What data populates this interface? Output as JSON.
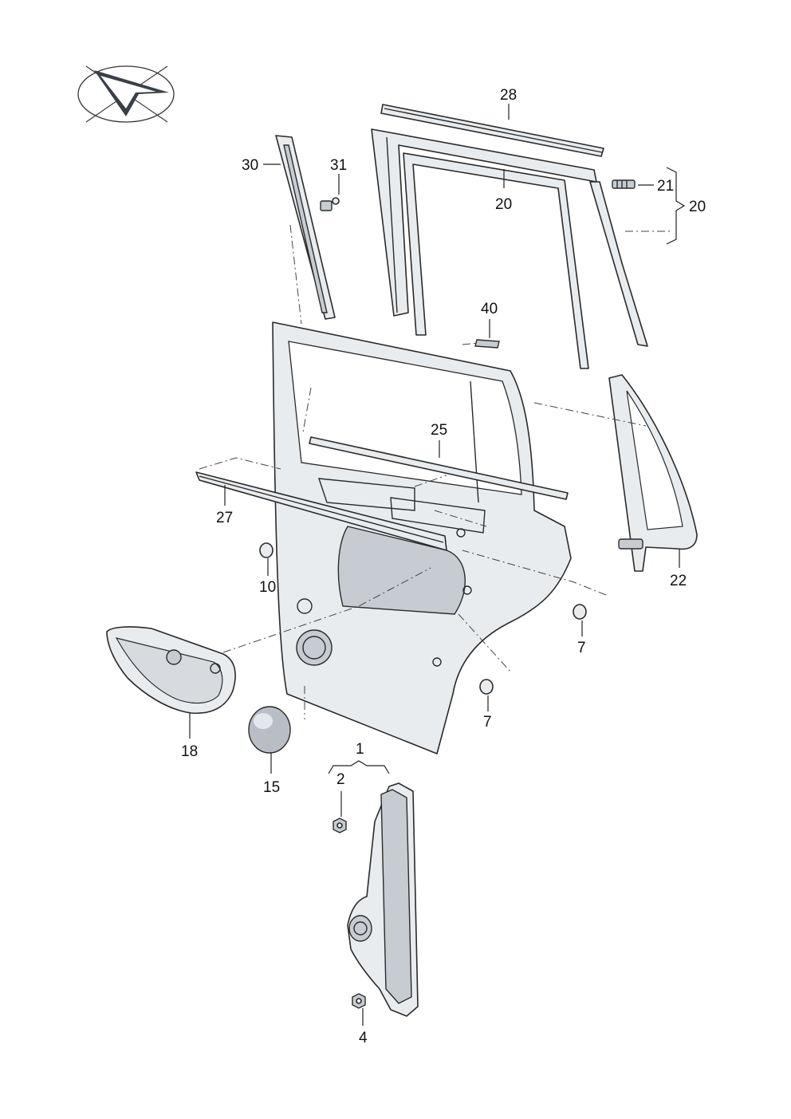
{
  "diagram": {
    "callouts": {
      "c1": "1",
      "c2": "2",
      "c4": "4",
      "c7a": "7",
      "c7b": "7",
      "c10": "10",
      "c15": "15",
      "c18": "18",
      "c20a": "20",
      "c20b": "20",
      "c21": "21",
      "c22": "22",
      "c25": "25",
      "c27": "27",
      "c28": "28",
      "c30": "30",
      "c31": "31",
      "c40": "40"
    },
    "logo_icon": "orientation-arrow-icon"
  }
}
